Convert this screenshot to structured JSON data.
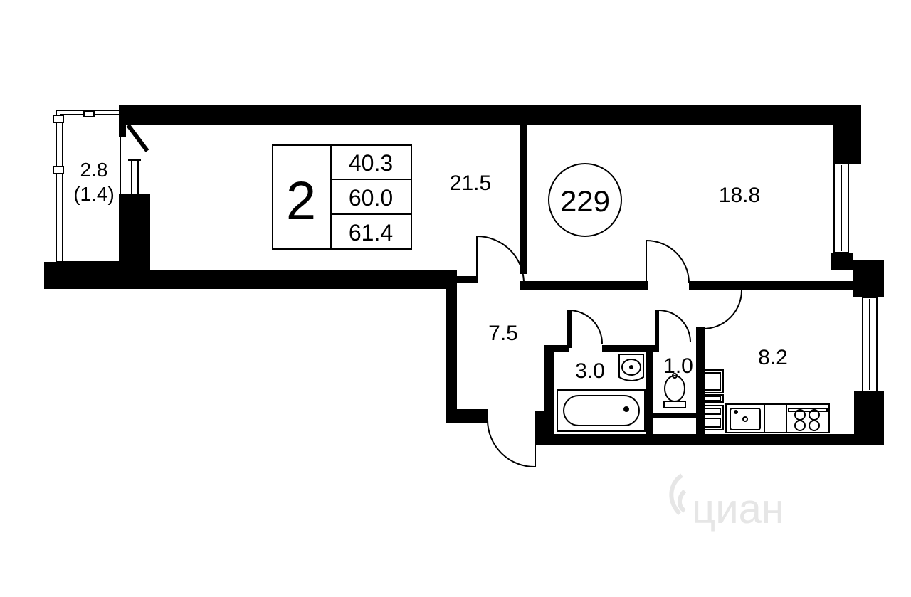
{
  "summary": {
    "rooms_count": "2",
    "living_area": "40.3",
    "total_area": "60.0",
    "total_with_balcony": "61.4"
  },
  "apartment_number": "229",
  "rooms": {
    "living_room": "21.5",
    "bedroom": "18.8",
    "hallway": "7.5",
    "bathroom": "3.0",
    "toilet": "1.0",
    "kitchen": "8.2",
    "balcony": "2.8",
    "balcony_reduced": "(1.4)"
  },
  "watermark": "циан",
  "colors": {
    "wall": "#000000",
    "background": "#ffffff",
    "watermark": "#e6e6e6"
  }
}
